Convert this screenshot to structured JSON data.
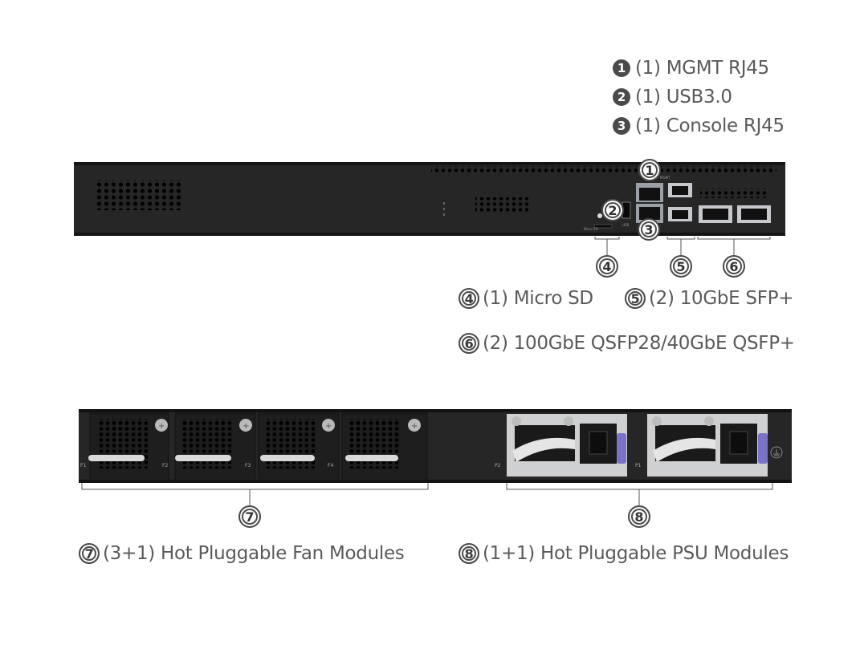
{
  "top_legend": [
    {
      "num": "1",
      "text": "(1) MGMT RJ45"
    },
    {
      "num": "2",
      "text": "(1) USB3.0"
    },
    {
      "num": "3",
      "text": "(1) Console RJ45"
    }
  ],
  "mid_legend": [
    {
      "num": "4",
      "text": "(1) Micro SD"
    },
    {
      "num": "5",
      "text": "(2) 10GbE SFP+"
    },
    {
      "num": "6",
      "text": "(2) 100GbE QSFP28/40GbE QSFP+"
    }
  ],
  "bottom_legend": [
    {
      "num": "7",
      "text": "(3+1) Hot Pluggable Fan Modules"
    },
    {
      "num": "8",
      "text": "(1+1) Hot Pluggable PSU Modules"
    }
  ],
  "callouts": {
    "c1": "1",
    "c2": "2",
    "c3": "3",
    "c4": "4",
    "c5": "5",
    "c6": "6",
    "c7": "7",
    "c8": "8"
  },
  "panel_labels": {
    "fan_slots": [
      "F1",
      "F2",
      "F3",
      "F4"
    ],
    "psu_slots": [
      "P2",
      "P1"
    ],
    "micro_sd": "Micro SD",
    "mgmt": "MGMT",
    "usb": "USB"
  },
  "colors": {
    "chassis": "#262626",
    "chassis_edge": "#111111",
    "psu_silver": "#cfd0d2",
    "psu_latch": "#7a73c9",
    "text": "#5a5a5a"
  }
}
